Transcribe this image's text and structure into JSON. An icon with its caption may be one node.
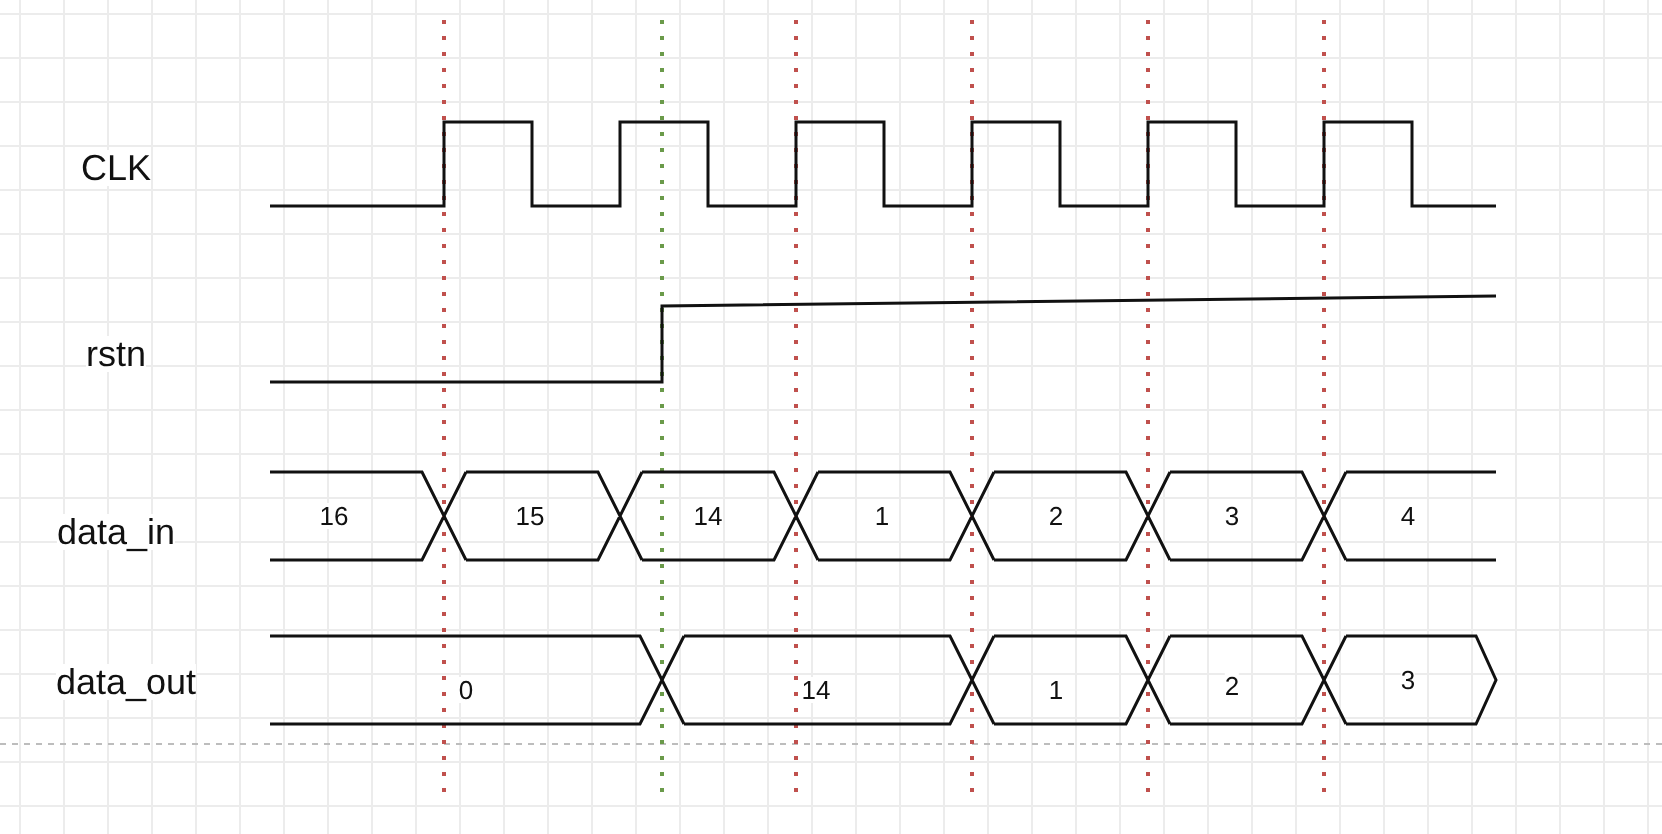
{
  "diagram": {
    "labels": [
      "CLK",
      "rstn",
      "data_in",
      "16",
      "15",
      "14",
      "1",
      "2",
      "3",
      "4",
      "data_out",
      "0",
      "14",
      "1",
      "2",
      "3"
    ]
  }
}
